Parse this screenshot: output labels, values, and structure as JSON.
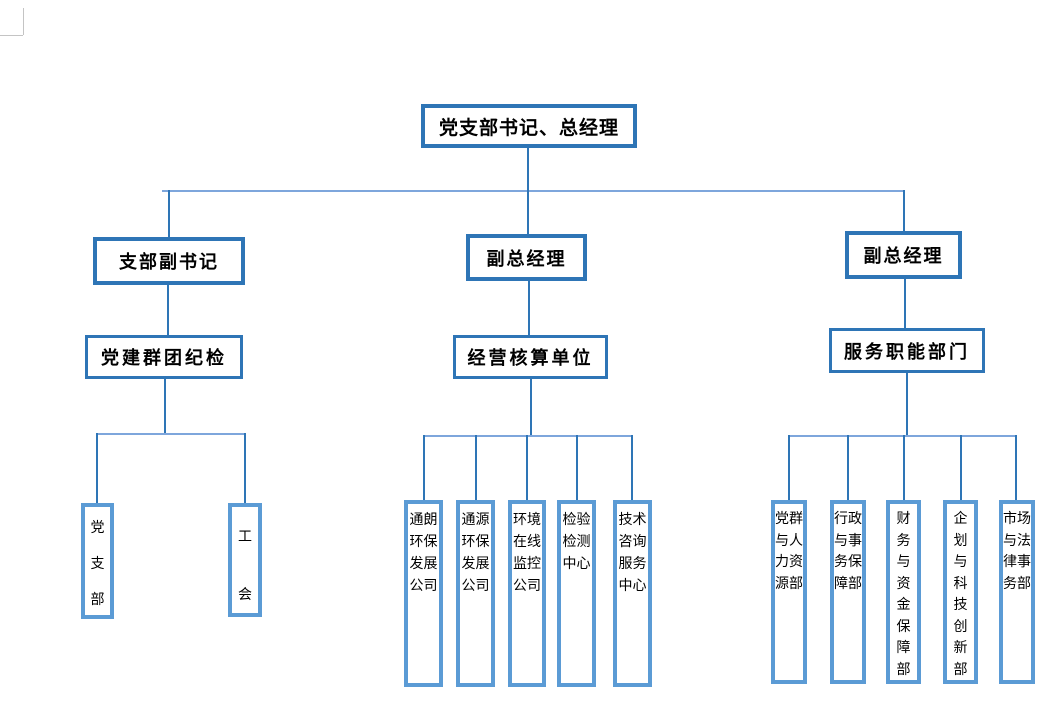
{
  "page": {
    "background": "#ffffff"
  },
  "colors": {
    "box_border_dark": "#2E75B6",
    "box_border_light": "#5B9BD5",
    "connector_vertical": "#2E75B6",
    "connector_horizontal": "#7EA6DC",
    "text": "#000000"
  },
  "org_chart": {
    "type": "org-tree-diagram",
    "root": {
      "label": "党支部书记、总经理"
    },
    "branches": [
      {
        "manager": "支部副书记",
        "department": "党建群团纪检",
        "units": [
          "党支部",
          "工会"
        ]
      },
      {
        "manager": "副总经理",
        "department": "经营核算单位",
        "units": [
          "通朗环保发展公司",
          "通源环保发展公司",
          "环境在线监控公司",
          "检验检测中心",
          "技术咨询服务中心"
        ]
      },
      {
        "manager": "副总经理",
        "department": "服务职能部门",
        "units": [
          "党群与人力资源部",
          "行政与事务保障部",
          "财务与资金保障部",
          "企划与科技创新部",
          "市场与法律事务部"
        ]
      }
    ]
  }
}
